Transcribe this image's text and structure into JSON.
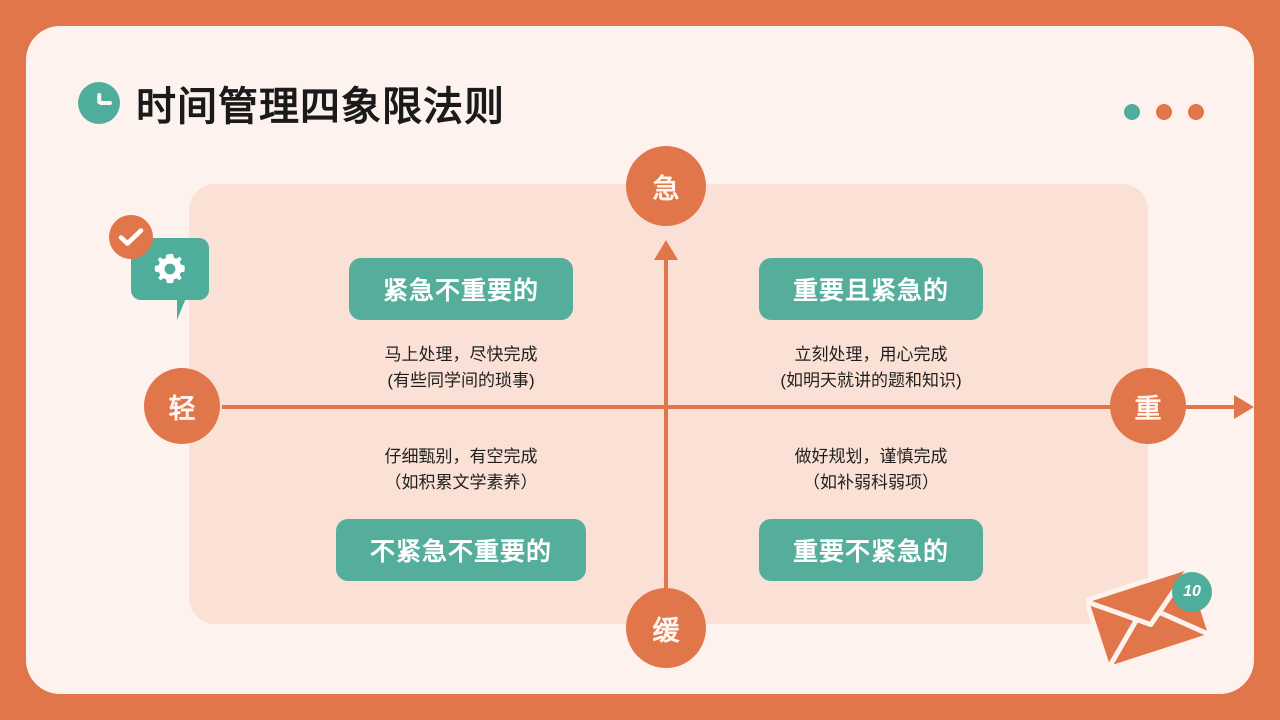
{
  "header": {
    "title": "时间管理四象限法则",
    "clock_icon": "clock-icon",
    "dots": [
      {
        "color": "#4FAE9B"
      },
      {
        "color": "#E1764A"
      },
      {
        "color": "#E1764A"
      }
    ]
  },
  "axes": {
    "top_label": "急",
    "bottom_label": "缓",
    "left_label": "轻",
    "right_label": "重",
    "axis_color": "#E1764A"
  },
  "quadrants": {
    "top_left": {
      "title": "紧急不重要的",
      "line1": "马上处理，尽快完成",
      "line2": "(有些同学间的琐事)"
    },
    "top_right": {
      "title": "重要且紧急的",
      "line1": "立刻处理，用心完成",
      "line2": "(如明天就讲的题和知识)"
    },
    "bottom_left": {
      "title": "不紧急不重要的",
      "line1": "仔细甄别，有空完成",
      "line2": "（如积累文学素养）"
    },
    "bottom_right": {
      "title": "重要不紧急的",
      "line1": "做好规划，谨慎完成",
      "line2": "（如补弱科弱项）"
    }
  },
  "decorations": {
    "gear_bubble": {
      "bubble_icon": "speech-bubble-icon",
      "gear_icon": "gear-icon",
      "check_icon": "check-icon"
    },
    "envelope": {
      "envelope_icon": "envelope-icon",
      "badge_count": "10"
    }
  },
  "theme": {
    "frame": "#E1764A",
    "card": "#FDF2ED",
    "panel": "#FBE1D5",
    "teal": "#4FAE9B",
    "pill_teal": "#55AE9C",
    "text": "#1A1A1A"
  }
}
